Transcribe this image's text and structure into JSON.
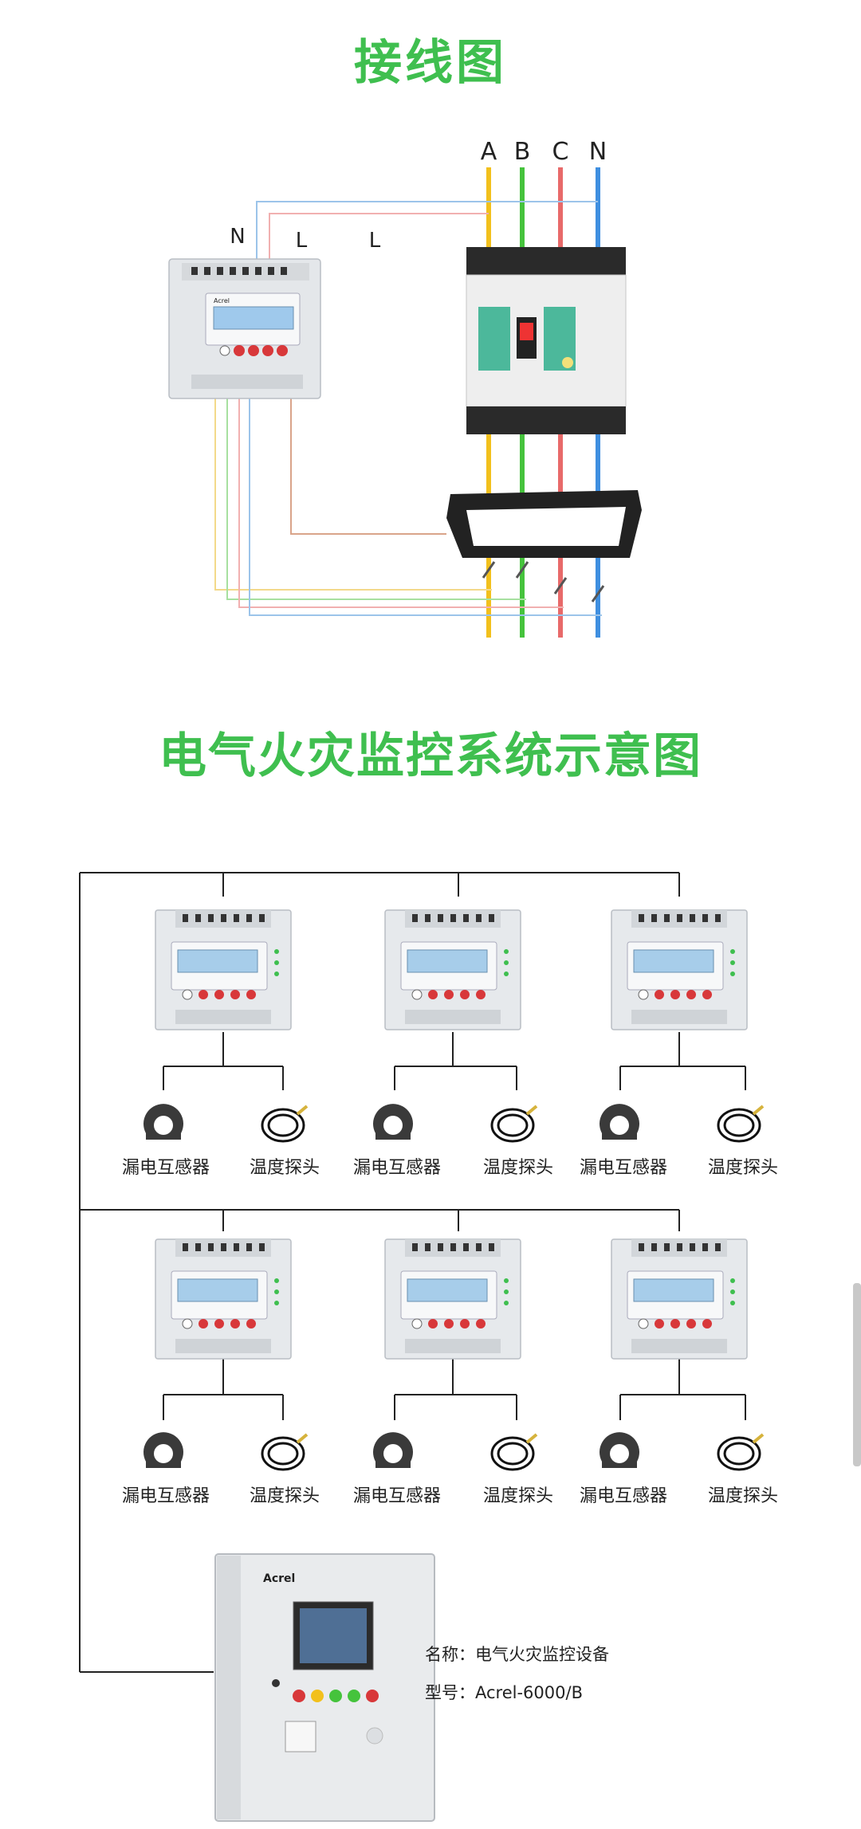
{
  "titles": {
    "wiring": "接线图",
    "system": "电气火灾监控系统示意图"
  },
  "wiring": {
    "phase_labels": [
      "A",
      "B",
      "C",
      "N"
    ],
    "terminal_labels": [
      "N",
      "L",
      "L"
    ],
    "brand_small": "Acrel"
  },
  "system": {
    "rows": [
      {
        "modules": [
          {
            "sensor_label": "漏电互感器",
            "probe_label": "温度探头"
          },
          {
            "sensor_label": "漏电互感器",
            "probe_label": "温度探头"
          },
          {
            "sensor_label": "漏电互感器",
            "probe_label": "温度探头"
          }
        ]
      },
      {
        "modules": [
          {
            "sensor_label": "漏电互感器",
            "probe_label": "温度探头"
          },
          {
            "sensor_label": "漏电互感器",
            "probe_label": "温度探头"
          },
          {
            "sensor_label": "漏电互感器",
            "probe_label": "温度探头"
          }
        ]
      }
    ],
    "cabinet": {
      "brand": "Acrel",
      "name_line": "名称：电气火灾监控设备",
      "model_line": "型号：Acrel-6000/B"
    }
  },
  "colors": {
    "title_green": "#3fbf4f",
    "phase_a": "#f2c01c",
    "phase_b": "#45c33c",
    "phase_c": "#e86a6a",
    "phase_n": "#3f8fe0",
    "button_red": "#d8383a"
  }
}
